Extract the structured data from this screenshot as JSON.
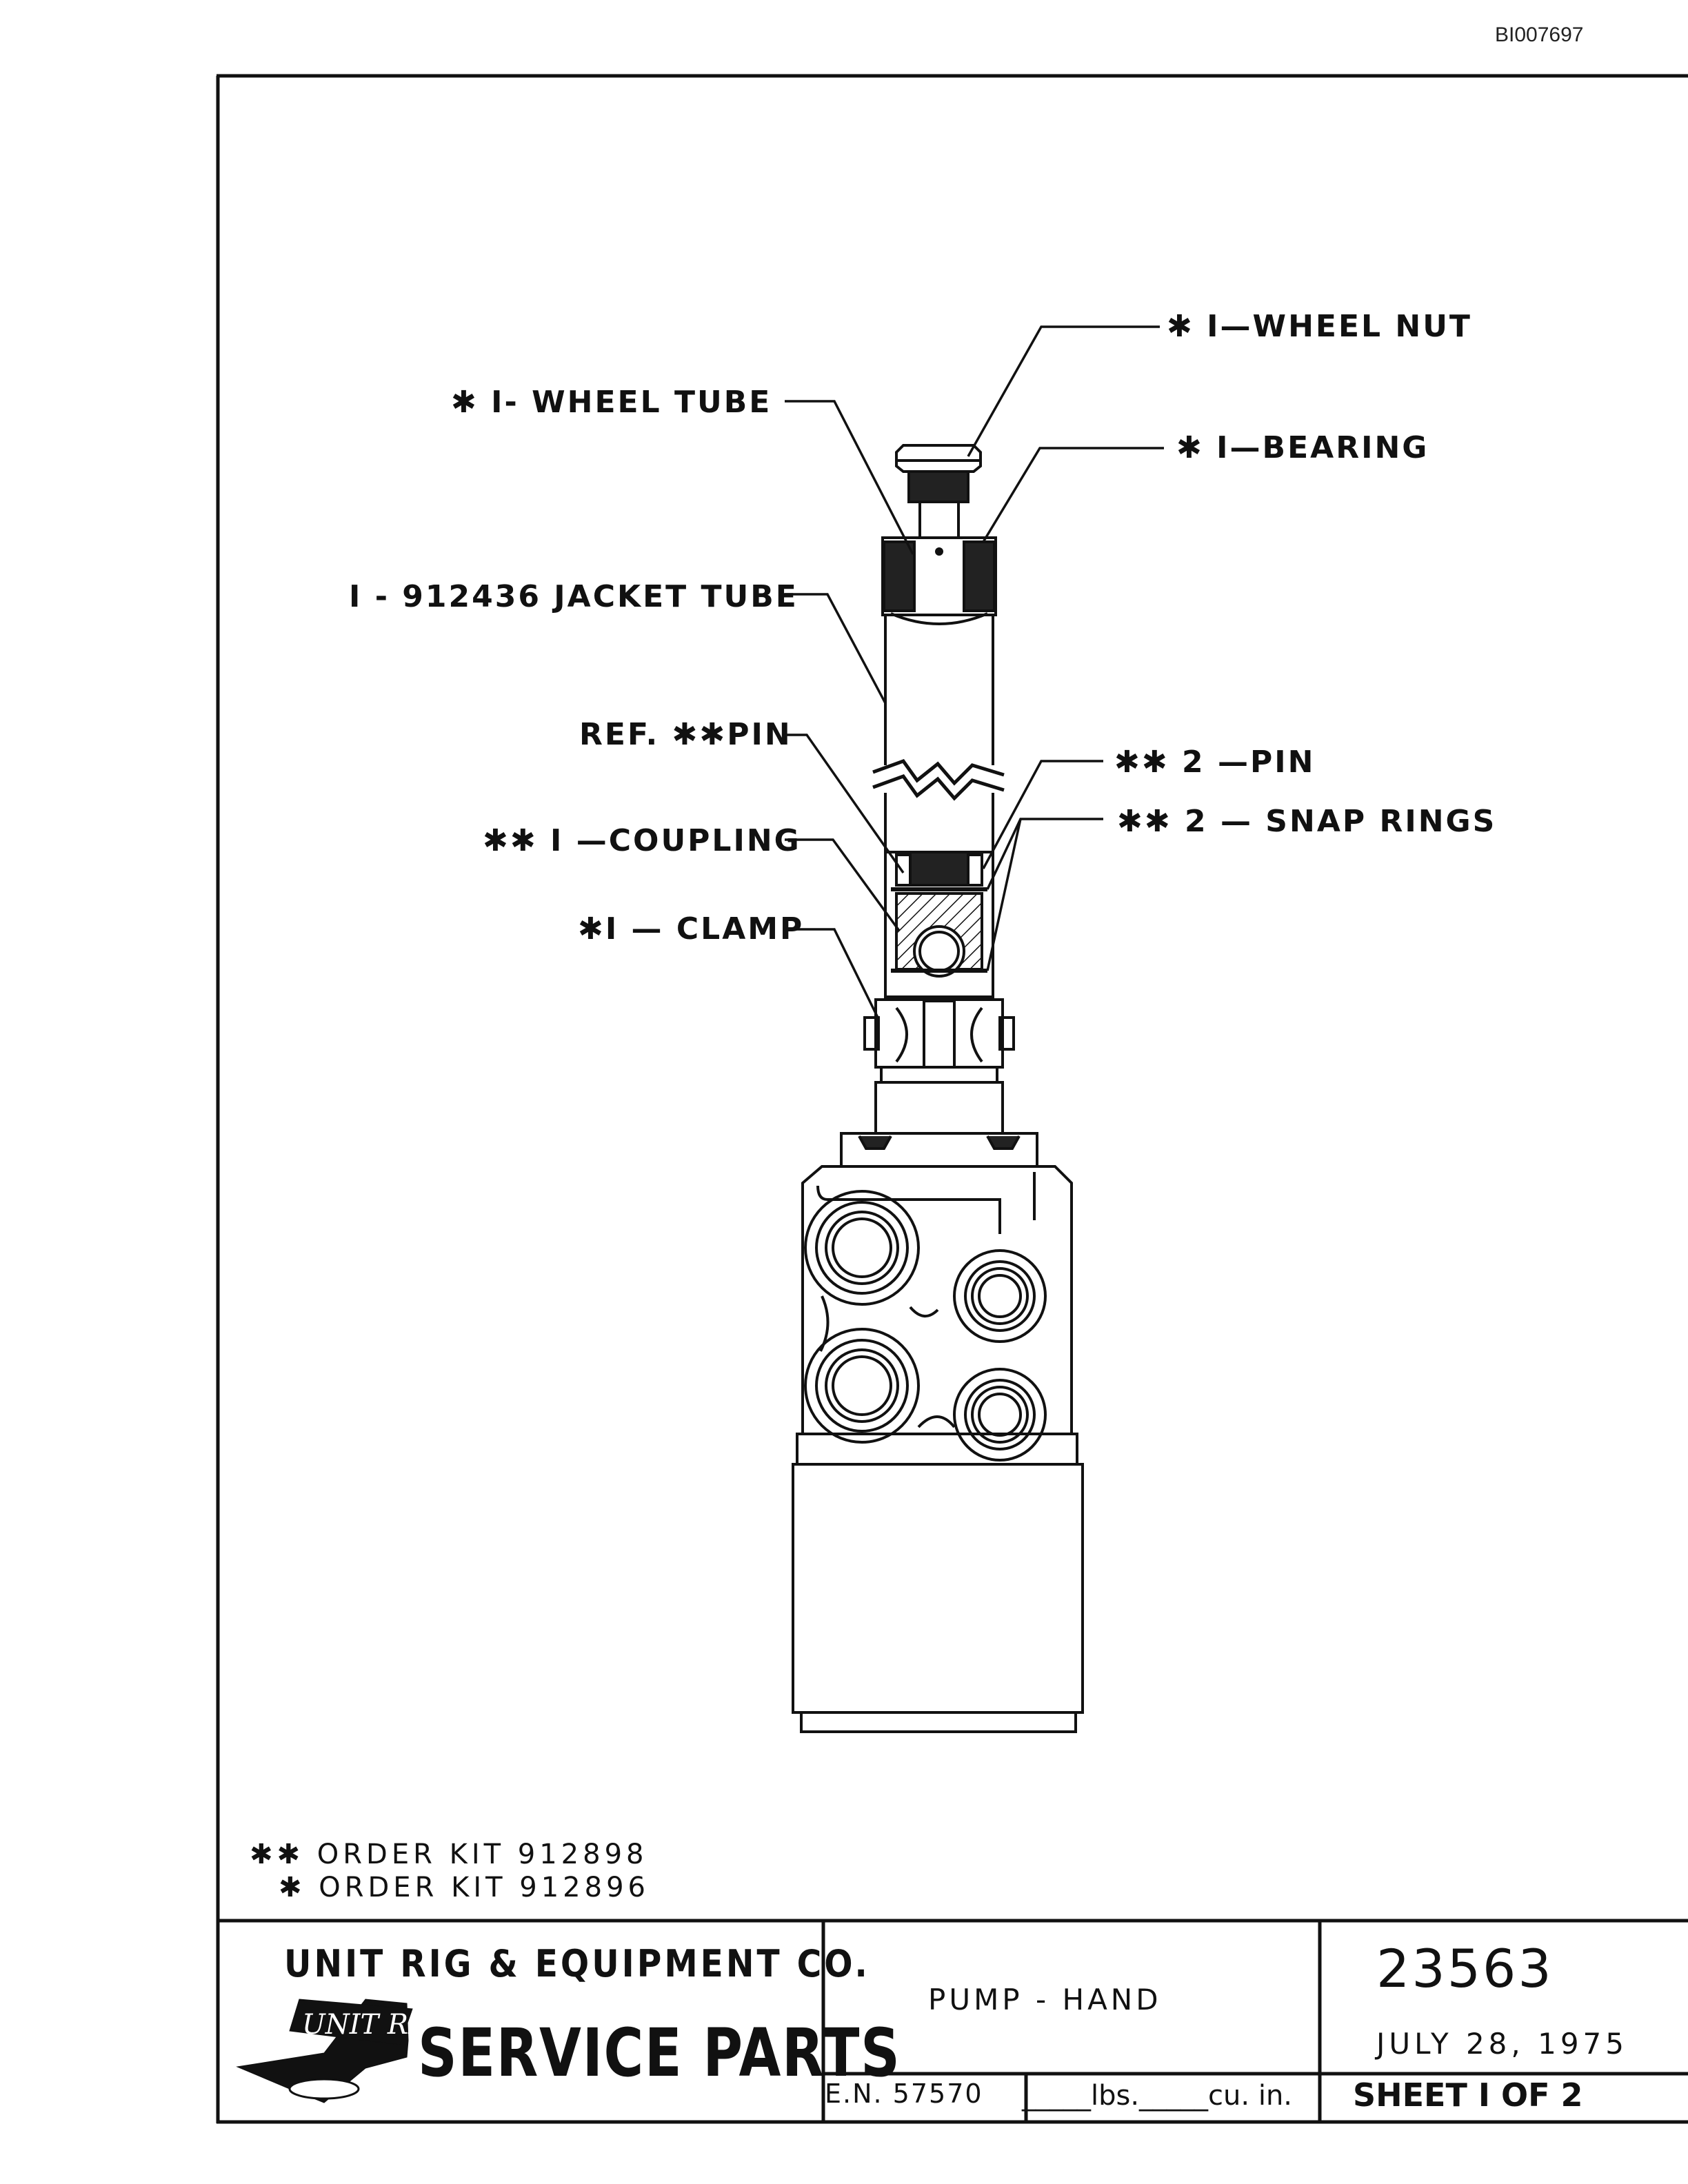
{
  "document_id": "BI007697",
  "callouts": {
    "wheel_nut": "✱ I—WHEEL NUT",
    "wheel_tube": "✱ I- WHEEL TUBE",
    "bearing": "✱ I—BEARING",
    "jacket_tube": "I - 912436 JACKET TUBE",
    "ref_pin": "REF. ✱✱PIN",
    "pin": "✱✱ 2 —PIN",
    "snap_rings": "✱✱ 2 — SNAP RINGS",
    "coupling": "✱✱ I —COUPLING",
    "clamp": "✱I — CLAMP"
  },
  "notes": {
    "kit_double": "✱✱ ORDER KIT 912898",
    "kit_single": "✱ ORDER KIT 912896"
  },
  "title_block": {
    "company": "UNIT RIG & EQUIPMENT CO.",
    "logo_text": "UNIT RIG",
    "service_parts": "SERVICE PARTS",
    "part_title": "PUMP - HAND",
    "part_number": "23563",
    "date": "JULY 28, 1975",
    "en": "E.N. 57570",
    "weight": "_____lbs._____cu. in.",
    "sheet": "SHEET  I   OF  2"
  }
}
